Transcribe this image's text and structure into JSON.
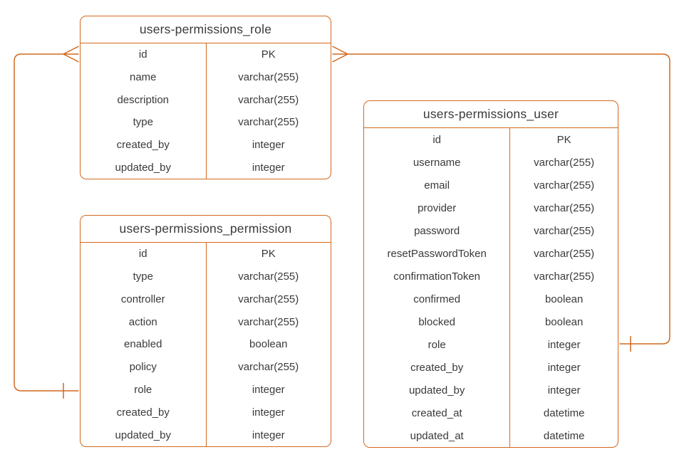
{
  "canvas": {
    "stroke_color": "#D2691E",
    "text_color": "#3a3a3a",
    "background_color": "#ffffff"
  },
  "tables": [
    {
      "key": "role",
      "title": "users-permissions_role",
      "rows": [
        {
          "name": "id",
          "type": "PK"
        },
        {
          "name": "name",
          "type": "varchar(255)"
        },
        {
          "name": "description",
          "type": "varchar(255)"
        },
        {
          "name": "type",
          "type": "varchar(255)"
        },
        {
          "name": "created_by",
          "type": "integer"
        },
        {
          "name": "updated_by",
          "type": "integer"
        }
      ]
    },
    {
      "key": "permission",
      "title": "users-permissions_permission",
      "rows": [
        {
          "name": "id",
          "type": "PK"
        },
        {
          "name": "type",
          "type": "varchar(255)"
        },
        {
          "name": "controller",
          "type": "varchar(255)"
        },
        {
          "name": "action",
          "type": "varchar(255)"
        },
        {
          "name": "enabled",
          "type": "boolean"
        },
        {
          "name": "policy",
          "type": "varchar(255)"
        },
        {
          "name": "role",
          "type": "integer"
        },
        {
          "name": "created_by",
          "type": "integer"
        },
        {
          "name": "updated_by",
          "type": "integer"
        }
      ]
    },
    {
      "key": "user",
      "title": "users-permissions_user",
      "rows": [
        {
          "name": "id",
          "type": "PK"
        },
        {
          "name": "username",
          "type": "varchar(255)"
        },
        {
          "name": "email",
          "type": "varchar(255)"
        },
        {
          "name": "provider",
          "type": "varchar(255)"
        },
        {
          "name": "password",
          "type": "varchar(255)"
        },
        {
          "name": "resetPasswordToken",
          "type": "varchar(255)"
        },
        {
          "name": "confirmationToken",
          "type": "varchar(255)"
        },
        {
          "name": "confirmed",
          "type": "boolean"
        },
        {
          "name": "blocked",
          "type": "boolean"
        },
        {
          "name": "role",
          "type": "integer"
        },
        {
          "name": "created_by",
          "type": "integer"
        },
        {
          "name": "updated_by",
          "type": "integer"
        },
        {
          "name": "created_at",
          "type": "datetime"
        },
        {
          "name": "updated_at",
          "type": "datetime"
        }
      ]
    }
  ],
  "relationships": [
    {
      "from": "users-permissions_role.id",
      "to": "users-permissions_permission.role",
      "from_marker": "many-crows-foot",
      "to_marker": "one-tick"
    },
    {
      "from": "users-permissions_role.id",
      "to": "users-permissions_user.role",
      "from_marker": "many-crows-foot",
      "to_marker": "one-tick"
    }
  ]
}
